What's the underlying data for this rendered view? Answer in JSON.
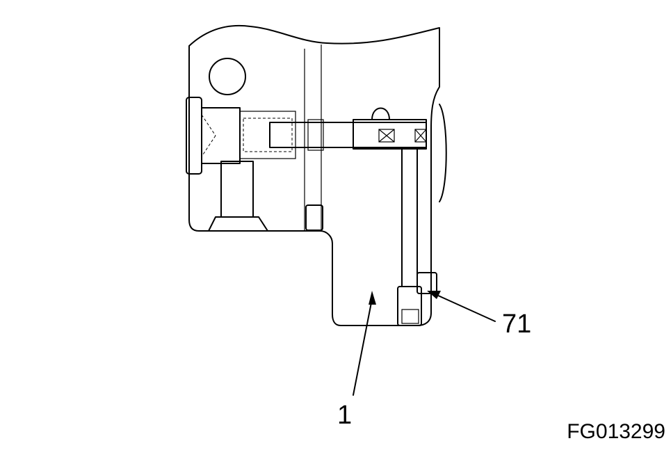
{
  "callouts": [
    {
      "id": "part-1",
      "label": "1"
    },
    {
      "id": "part-71",
      "label": "71"
    }
  ],
  "figure_id": "FG013299"
}
